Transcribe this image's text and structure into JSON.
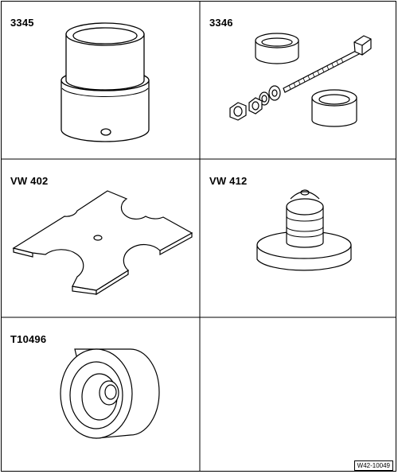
{
  "tools": [
    {
      "label": "3345",
      "icon": "cylindrical-sleeve-icon"
    },
    {
      "label": "3346",
      "icon": "threaded-spindle-set-icon"
    },
    {
      "label": "VW 402",
      "icon": "plate-tool-icon"
    },
    {
      "label": "VW 412",
      "icon": "stepped-press-piece-icon"
    },
    {
      "label": "T10496",
      "icon": "thrust-piece-icon"
    }
  ],
  "figure_ref": "W42-10049"
}
